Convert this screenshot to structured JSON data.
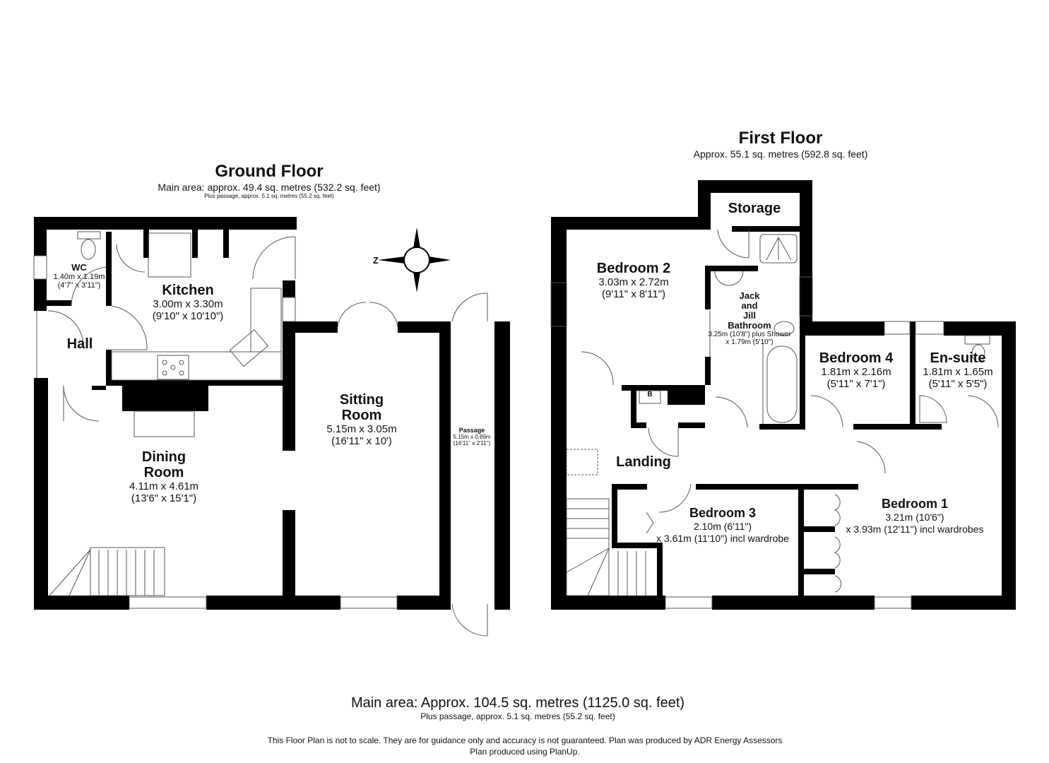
{
  "ground_floor": {
    "title": "Ground Floor",
    "area": "Main area: approx. 49.4 sq. metres (532.2 sq. feet)",
    "passage_area": "Plus passage, approx. 5.1 sq. metres (55.2 sq. feet)",
    "rooms": {
      "wc": {
        "name": "WC",
        "dim_m": "1.40m x 1.19m",
        "dim_ft": "(4'7\" x 3'11\")"
      },
      "kitchen": {
        "name": "Kitchen",
        "dim_m": "3.00m x 3.30m",
        "dim_ft": "(9'10\" x 10'10\")"
      },
      "hall": {
        "name": "Hall"
      },
      "dining": {
        "name_1": "Dining",
        "name_2": "Room",
        "dim_m": "4.11m x 4.61m",
        "dim_ft": "(13'6\" x 15'1\")"
      },
      "sitting": {
        "name_1": "Sitting",
        "name_2": "Room",
        "dim_m": "5.15m x 3.05m",
        "dim_ft": "(16'11\" x 10')"
      },
      "passage": {
        "name": "Passage",
        "dim_m": "5.15m x 0.89m",
        "dim_ft": "(16'11\" x 2'11\")"
      }
    }
  },
  "first_floor": {
    "title": "First Floor",
    "area": "Approx. 55.1 sq. metres (592.8 sq. feet)",
    "rooms": {
      "storage": {
        "name": "Storage"
      },
      "bedroom2": {
        "name": "Bedroom 2",
        "dim_m": "3.03m x 2.72m",
        "dim_ft": "(9'11\" x 8'11\")"
      },
      "bathroom": {
        "name_1": "Jack",
        "name_2": "and",
        "name_3": "Jill",
        "name_4": "Bathroom",
        "dim_1": "3.25m (10'8\") plus Shower",
        "dim_2": "x 1.79m (5'10\")"
      },
      "bedroom4": {
        "name": "Bedroom 4",
        "dim_m": "1.81m x 2.16m",
        "dim_ft": "(5'11\" x 7'1\")"
      },
      "ensuite": {
        "name": "En-suite",
        "dim_m": "1.81m x 1.65m",
        "dim_ft": "(5'11\" x 5'5\")"
      },
      "boiler": {
        "label": "B"
      },
      "landing": {
        "name": "Landing"
      },
      "bedroom3": {
        "name": "Bedroom 3",
        "dim_1": "2.10m (6'11\")",
        "dim_2": "x 3.61m (11'10\") incl wardrobe"
      },
      "bedroom1": {
        "name": "Bedroom 1",
        "dim_1": "3.21m (10'6\")",
        "dim_2": "x 3.93m (12'11\") incl wardrobes"
      }
    }
  },
  "compass": {
    "label": "Z",
    "icon": "compass-rose-icon"
  },
  "totals": {
    "main": "Main area: Approx. 104.5 sq. metres (1125.0 sq. feet)",
    "passage": "Plus passage, approx. 5.1 sq. metres (55.2 sq. feet)"
  },
  "disclaimer": {
    "line1": "This Floor Plan is not to scale. They are for guidance only and accuracy is not guaranteed. Plan was produced by ADR Energy Assessors",
    "line2": "Plan produced using PlanUp."
  },
  "colors": {
    "wall": "#000000",
    "fixture": "#555555",
    "background": "#ffffff"
  }
}
